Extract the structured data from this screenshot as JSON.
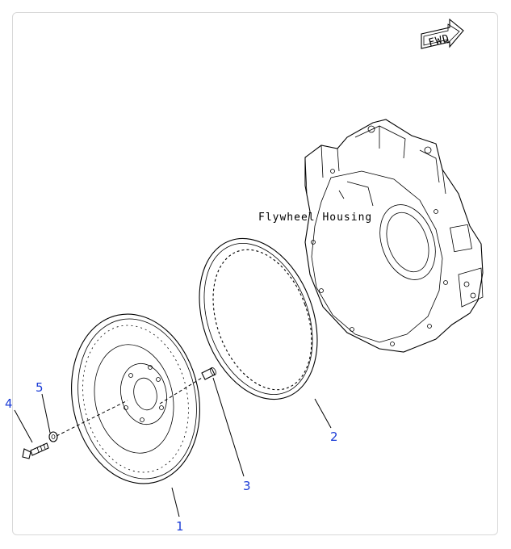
{
  "diagram": {
    "labels": {
      "fwd": "FWD",
      "housing": "Flywheel Housing"
    },
    "callouts": [
      {
        "id": "1",
        "text": "1"
      },
      {
        "id": "2",
        "text": "2"
      },
      {
        "id": "3",
        "text": "3"
      },
      {
        "id": "4",
        "text": "4"
      },
      {
        "id": "5",
        "text": "5"
      }
    ]
  },
  "colors": {
    "callout_text": "#1a3bd6",
    "line": "#000000",
    "frame_border": "#d8d8d8"
  },
  "icons": {
    "fwd": "fwd-arrow-icon"
  }
}
